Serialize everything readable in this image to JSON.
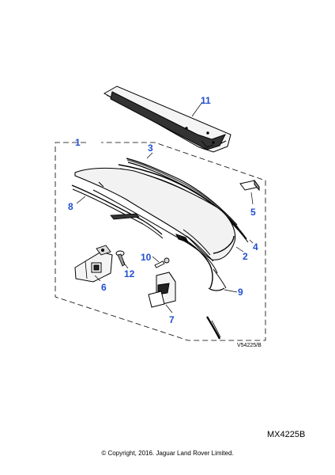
{
  "callouts": {
    "c1": "1",
    "c2": "2",
    "c3": "3",
    "c4": "4",
    "c5": "5",
    "c6": "6",
    "c7": "7",
    "c8": "8",
    "c9": "9",
    "c10": "10",
    "c11": "11",
    "c12": "12"
  },
  "reference_code": "V54225/B",
  "part_number": "MX4225B",
  "copyright": "© Copyright, 2016. Jaguar Land Rover Limited.",
  "colors": {
    "callout": "#1f4fd1",
    "line": "#000000"
  }
}
